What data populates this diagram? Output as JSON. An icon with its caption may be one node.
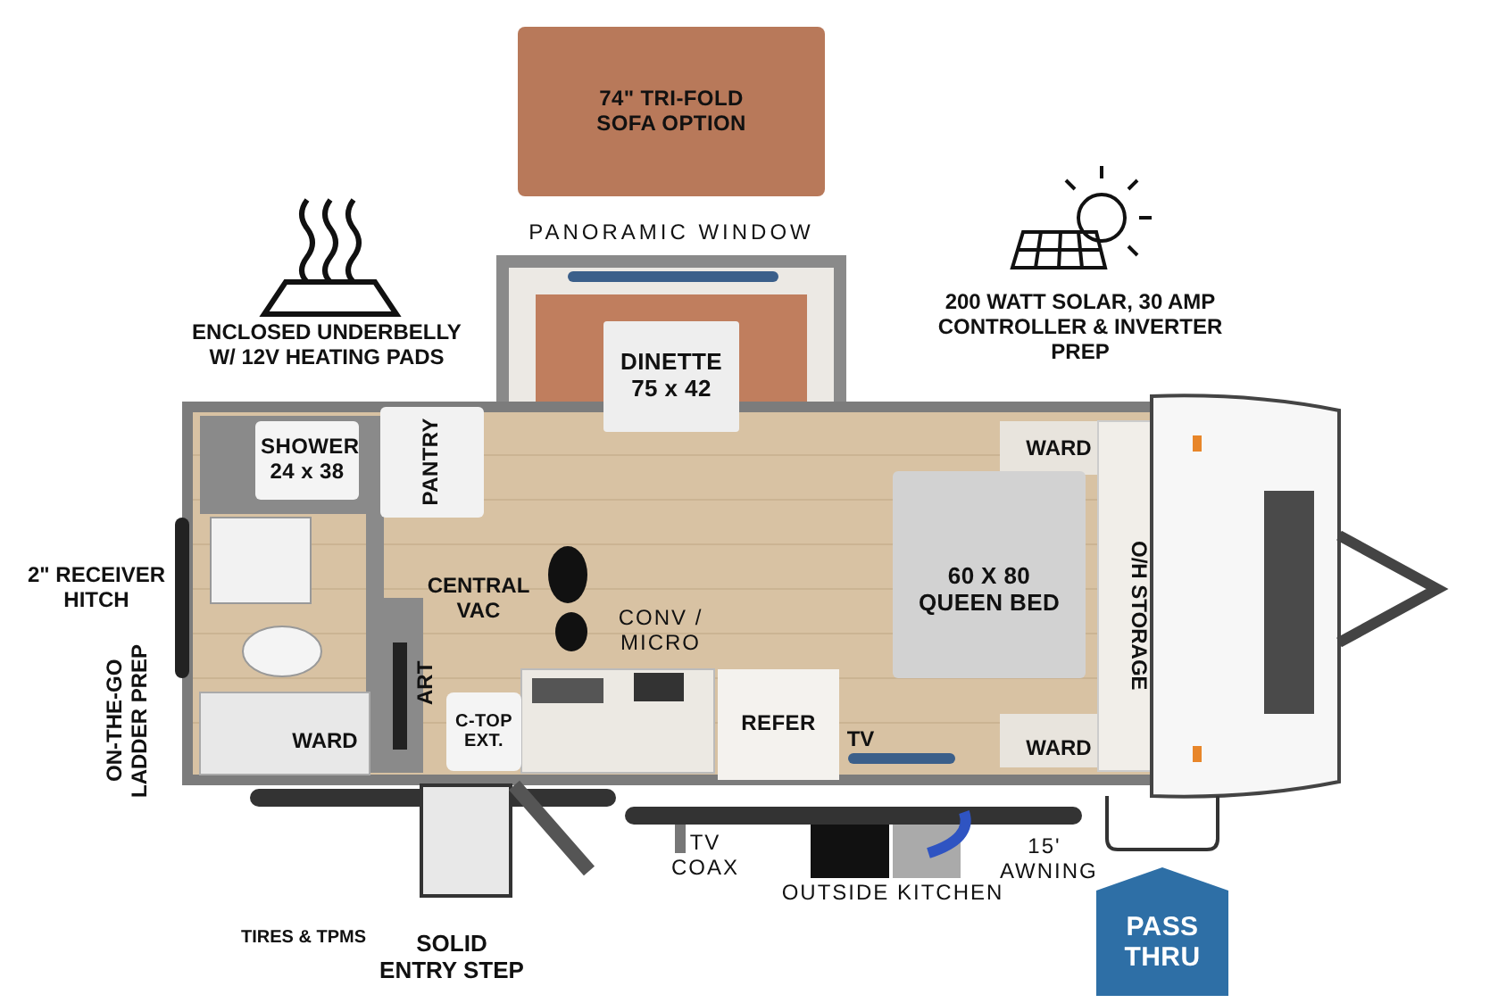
{
  "diagram": {
    "nodes": [
      {
        "text": [
          "74\" TRI-FOLD SOFA OPTION"
        ]
      },
      {
        "text": [
          "DINETTE 75 x 42"
        ]
      },
      {
        "text": [
          "SHOWER 24 x 38"
        ]
      },
      {
        "text": [
          "PANTRY"
        ]
      },
      {
        "text": [
          "C-TOP EXT."
        ]
      },
      {
        "text": [
          "REFER"
        ]
      },
      {
        "text": [
          "60 X 80 QUEEN BED"
        ]
      },
      {
        "text": [
          "PASS THRU"
        ]
      }
    ],
    "labels": [
      "PANORAMIC WINDOW",
      "ENCLOSED UNDERBELLY W/ 12V HEATING PADS",
      "200 WATT SOLAR, 30 AMP CONTROLLER & INVERTER PREP",
      "WARD",
      "2\" RECEIVER HITCH",
      "CENTRAL VAC",
      "O/H STORAGE",
      "CONV / MICRO",
      "ON-THE-GO LADDER PREP",
      "ART",
      "WARD",
      "TV",
      "WARD",
      "TV COAX",
      "15' AWNING",
      "OUTSIDE KITCHEN",
      "TIRES & TPMS",
      "SOLID ENTRY STEP"
    ]
  }
}
